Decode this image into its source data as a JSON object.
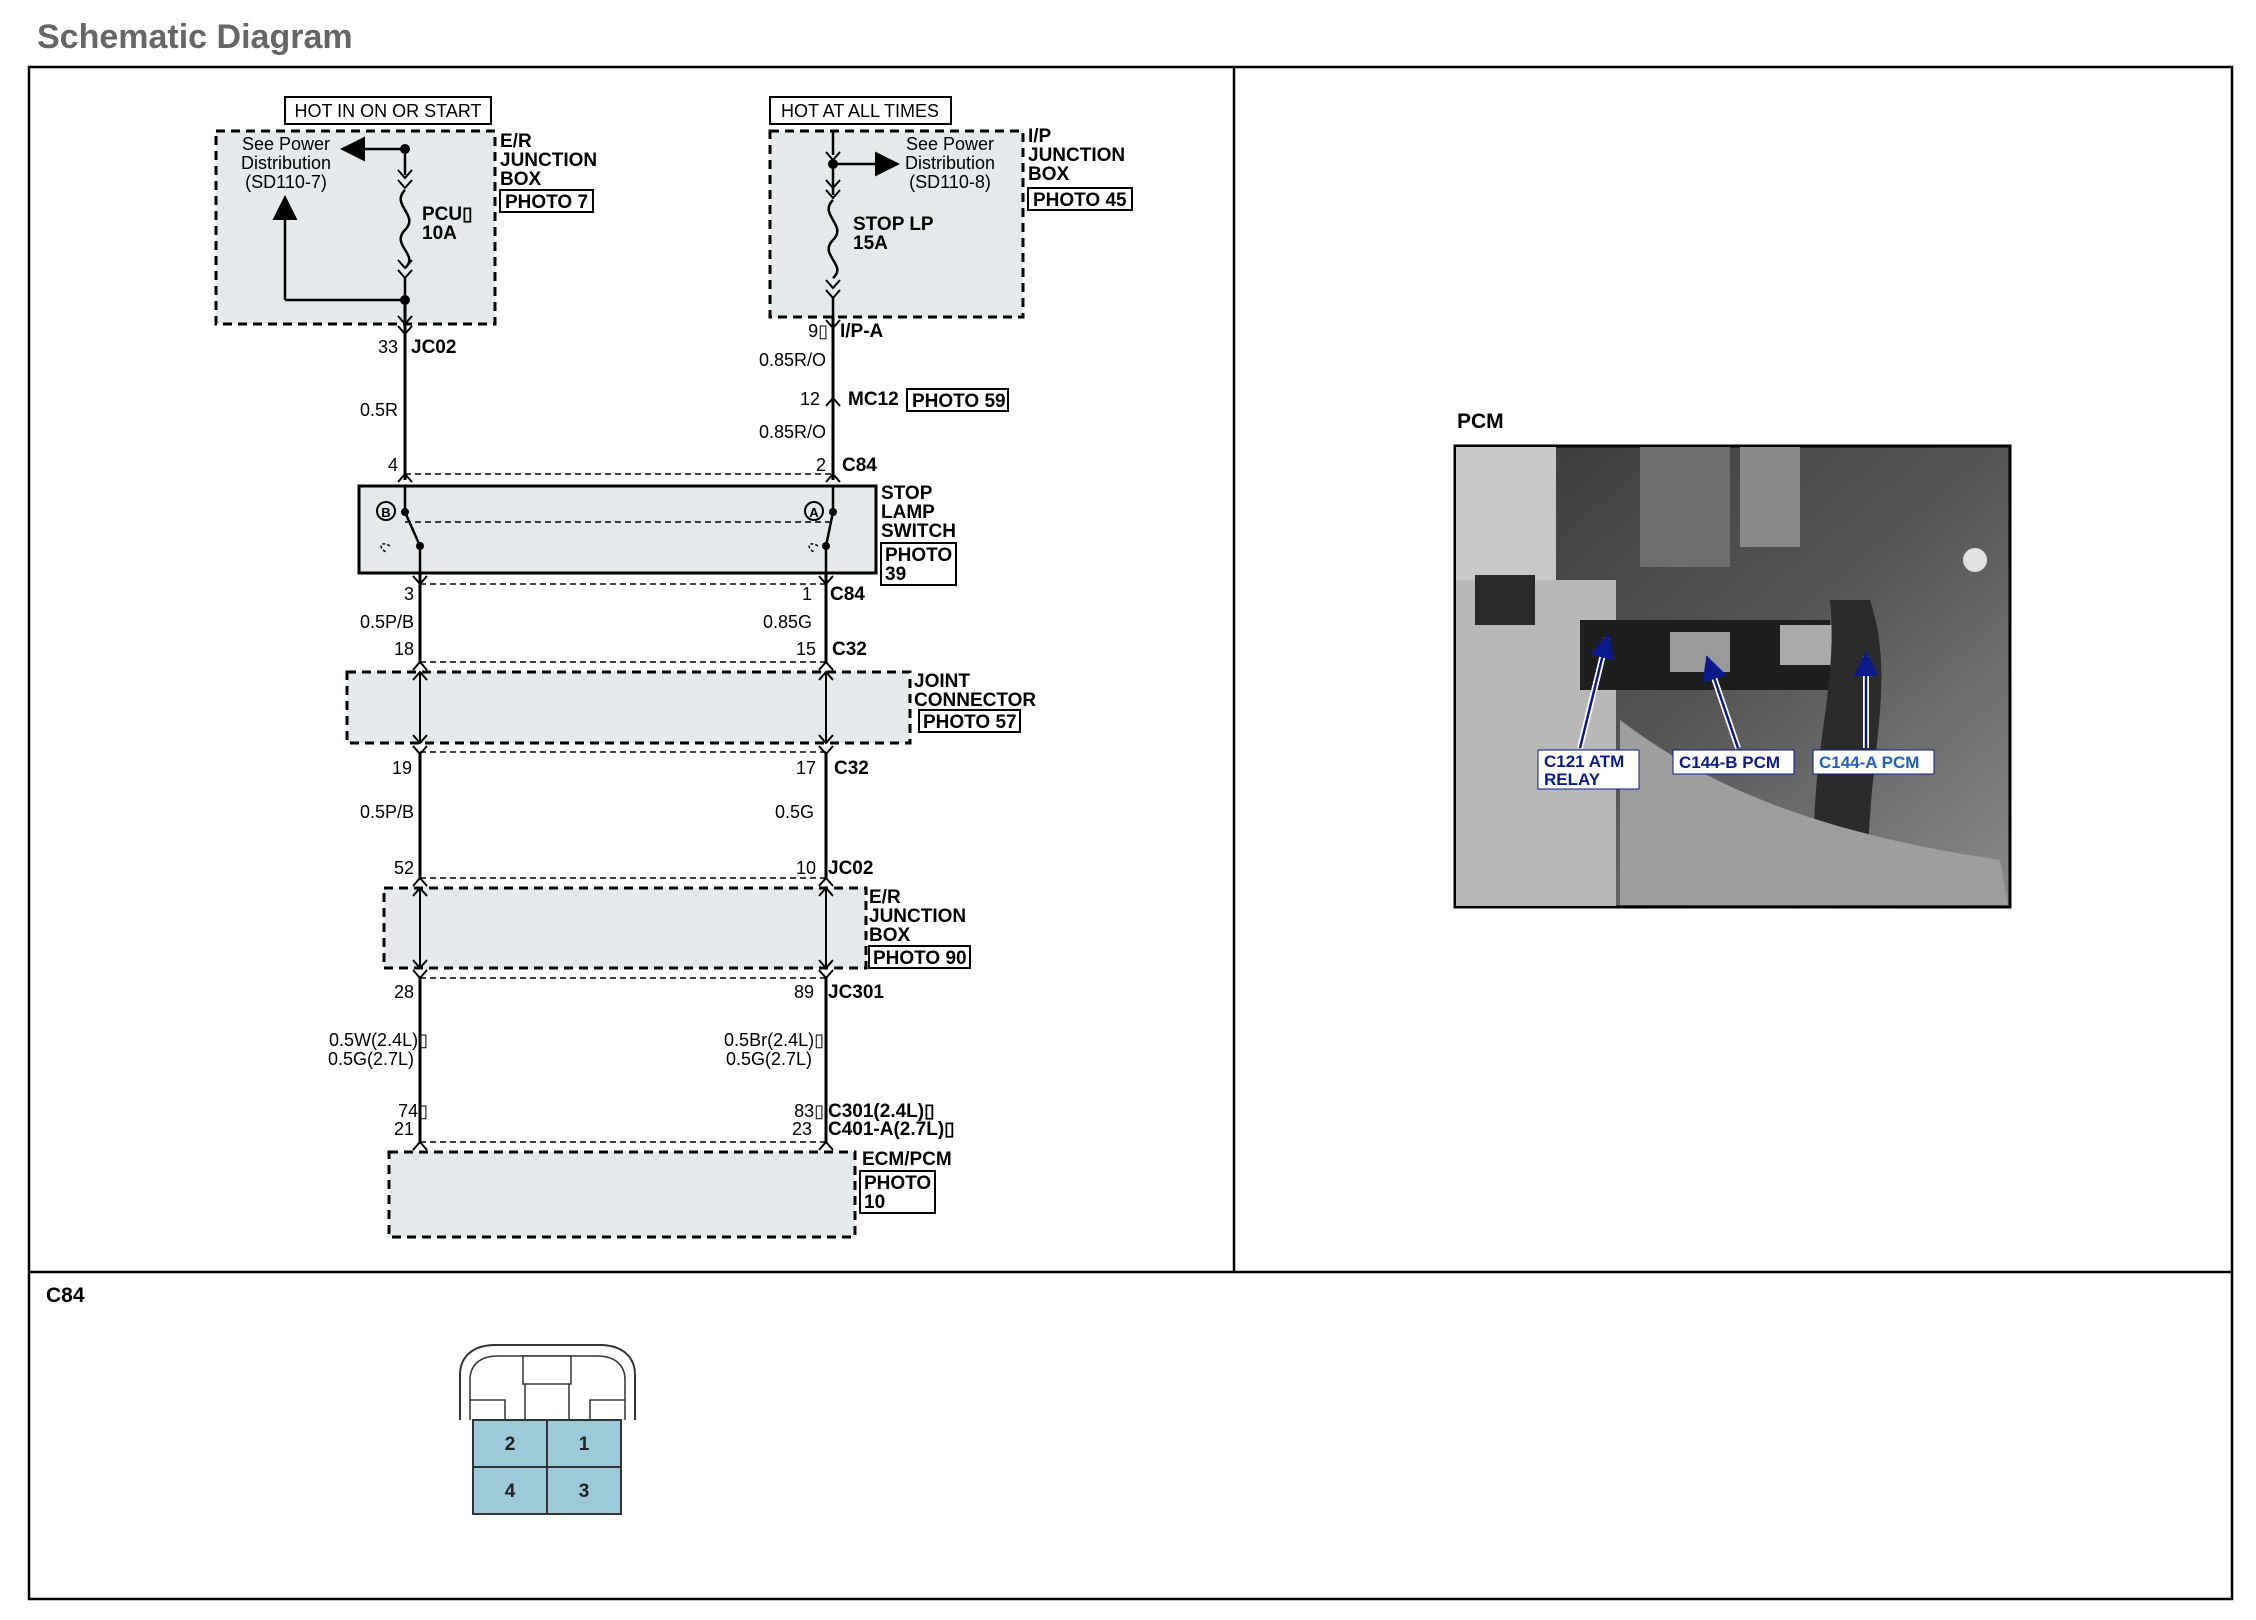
{
  "title": "Schematic Diagram",
  "schematic": {
    "left_header": "HOT IN ON OR START",
    "right_header": "HOT AT ALL TIMES",
    "er_box": {
      "see_power": [
        "See Power",
        "Distribution",
        "(SD110-7)"
      ],
      "fuse_name": "PCU▯",
      "fuse_rating": "10A",
      "box_label": [
        "E/R",
        "JUNCTION",
        "BOX"
      ],
      "photo": "PHOTO 7"
    },
    "ip_box": {
      "see_power": [
        "See Power",
        "Distribution",
        "(SD110-8)"
      ],
      "fuse_name": "STOP LP",
      "fuse_rating": "15A",
      "box_label": [
        "I/P",
        "JUNCTION",
        "BOX"
      ],
      "photo": "PHOTO 45"
    },
    "left_wire": {
      "pin_top": "33",
      "conn_top": "JC02",
      "wire1": "0.5R",
      "switch_in_pin": "4",
      "switch_out_pin": "3",
      "wire2": "0.5P/B",
      "jc_in_pin": "18",
      "jc_out_pin": "19",
      "wire3": "0.5P/B",
      "er_in_pin": "52",
      "er_out_pin": "28",
      "wire4": [
        "0.5W(2.4L)▯",
        "0.5G(2.7L)"
      ],
      "ecm_pins": [
        "74▯",
        "21"
      ]
    },
    "right_wire": {
      "pin_top": "9▯",
      "conn_top": "I/P-A",
      "wire1": "0.85R/O",
      "mc_pin": "12",
      "mc_conn": "MC12",
      "mc_photo": "PHOTO 59",
      "wire1b": "0.85R/O",
      "switch_in_pin": "2",
      "switch_conn": "C84",
      "switch_out_pin": "1",
      "switch_out_conn": "C84",
      "wire2": "0.85G",
      "jc_in_pin": "15",
      "jc_in_conn": "C32",
      "jc_out_pin": "17",
      "jc_out_conn": "C32",
      "wire3": "0.5G",
      "er_in_pin": "10",
      "er_in_conn": "JC02",
      "er_out_pin": "89",
      "er_out_conn": "JC301",
      "wire4": [
        "0.5Br(2.4L)▯",
        "0.5G(2.7L)"
      ],
      "ecm_pins": [
        "83▯",
        "23"
      ],
      "ecm_conns": [
        "C301(2.4L)▯",
        "C401-A(2.7L)▯"
      ]
    },
    "stop_lamp": {
      "label": [
        "STOP",
        "LAMP",
        "SWITCH"
      ],
      "photo": [
        "PHOTO",
        "39"
      ],
      "left_marker": "B",
      "right_marker": "A"
    },
    "joint_connector": {
      "label": [
        "JOINT",
        "CONNECTOR"
      ],
      "photo": "PHOTO 57"
    },
    "er_junction2": {
      "label": [
        "E/R",
        "JUNCTION",
        "BOX"
      ],
      "photo": "PHOTO 90"
    },
    "ecm": {
      "label": "ECM/PCM",
      "photo": [
        "PHOTO",
        "10"
      ]
    }
  },
  "pcm_photo": {
    "title": "PCM",
    "callouts": [
      {
        "lines": [
          "C121 ATM",
          "RELAY"
        ]
      },
      {
        "lines": [
          "C144-B PCM"
        ]
      },
      {
        "lines": [
          "C144-A PCM"
        ]
      }
    ],
    "callout_color": "#0a1a8a"
  },
  "connector": {
    "title": "C84",
    "pins": [
      "2",
      "1",
      "4",
      "3"
    ],
    "fill_color": "#9ec9d8"
  }
}
